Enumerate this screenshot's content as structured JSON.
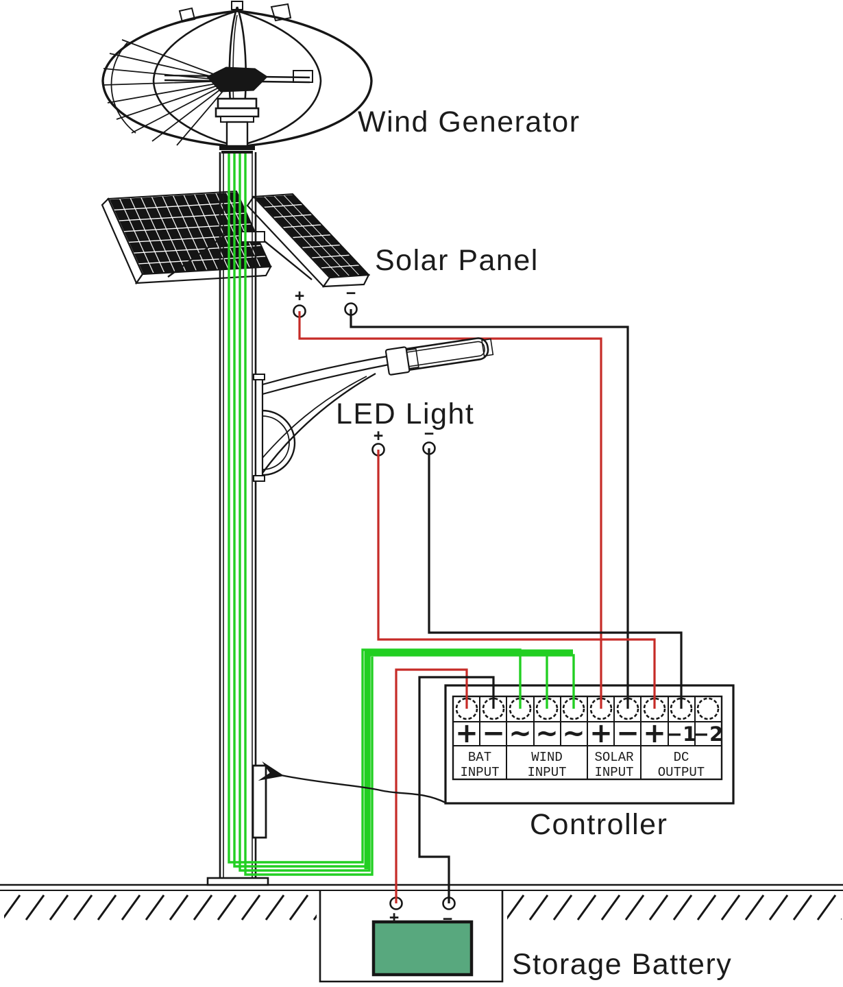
{
  "labels": {
    "wind_generator": "Wind Generator",
    "solar_panel": "Solar Panel",
    "led_light": "LED Light",
    "controller": "Controller",
    "storage_battery": "Storage Battery"
  },
  "solar_terminals": {
    "plus": "+",
    "minus": "−"
  },
  "led_terminals": {
    "plus": "+",
    "minus": "−"
  },
  "battery_terminals": {
    "plus": "+",
    "minus": "−"
  },
  "controller": {
    "terminals": [
      {
        "symbol": "+"
      },
      {
        "symbol": "−"
      },
      {
        "symbol": "~"
      },
      {
        "symbol": "~"
      },
      {
        "symbol": "~"
      },
      {
        "symbol": "+"
      },
      {
        "symbol": "−"
      },
      {
        "symbol": "+"
      },
      {
        "symbol": "−1"
      },
      {
        "symbol": "−2"
      }
    ],
    "groups": [
      {
        "line1": "BAT",
        "line2": "INPUT"
      },
      {
        "line1": "WIND",
        "line2": "INPUT"
      },
      {
        "line1": "SOLAR",
        "line2": "INPUT"
      },
      {
        "line1": "DC",
        "line2": "OUTPUT"
      }
    ]
  },
  "colors": {
    "wire_red": "#c62b27",
    "wire_black": "#161616",
    "wire_green": "#22cf22",
    "battery_fill": "#58a87e",
    "line": "#161616"
  }
}
